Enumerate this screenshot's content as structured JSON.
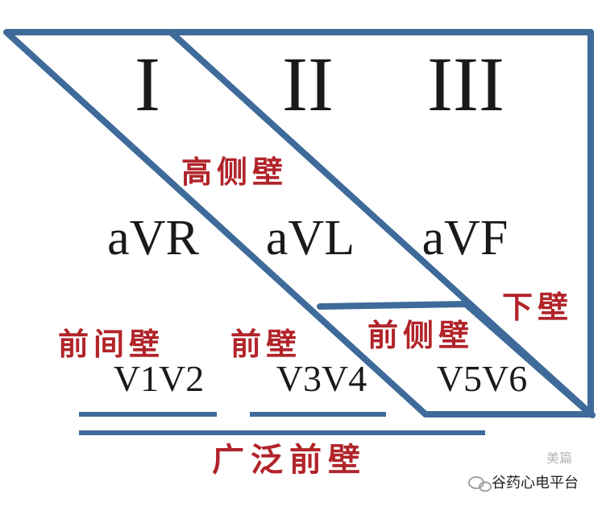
{
  "limb_leads": {
    "lead_1": "I",
    "lead_2": "II",
    "lead_3": "III"
  },
  "augmented_leads": {
    "avr": "aVR",
    "avl": "aVL",
    "avf": "aVF"
  },
  "chest_leads": {
    "v1v2": "V1V2",
    "v3v4": "V3V4",
    "v5v6": "V5V6"
  },
  "regions": {
    "high_lateral": "高侧壁",
    "inferior": "下壁",
    "septal": "前间壁",
    "anterior": "前壁",
    "anterolateral": "前侧壁",
    "extensive_anterior": "广泛前壁"
  },
  "watermark": {
    "top": "美篇",
    "bottom": "谷药心电平台"
  },
  "colors": {
    "frame": "#3e6b99",
    "region_text": "#b1242a",
    "lead_text": "#1a1a1a"
  }
}
